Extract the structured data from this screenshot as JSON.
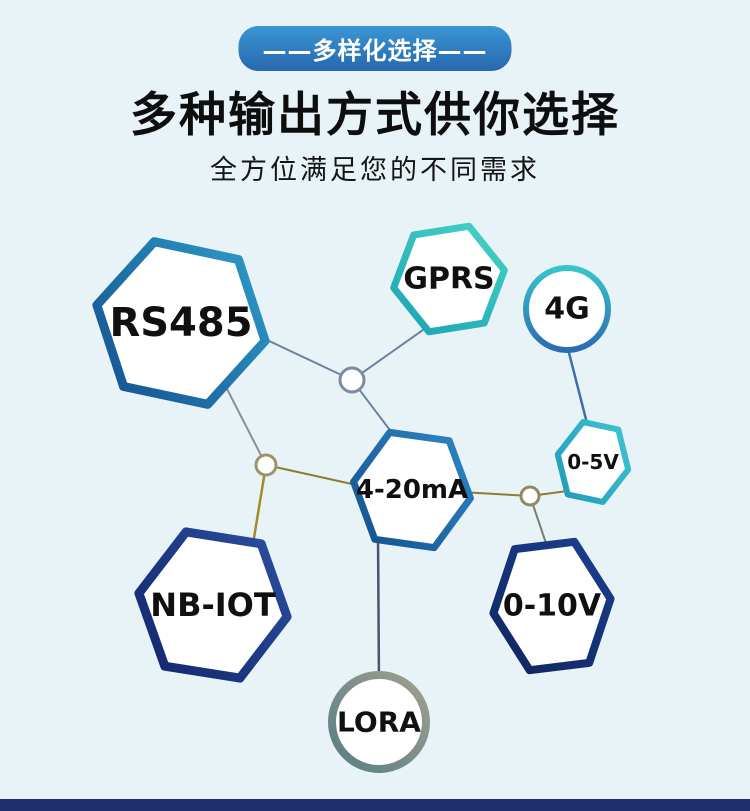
{
  "colors": {
    "page_bg": "#e8f3f8",
    "ribbon_blue_light": "#3b97d3",
    "ribbon_blue_dark": "#2767ae",
    "title_text": "#0e0e0e",
    "footer_bar": "#1d2f6d"
  },
  "header": {
    "ribbon_label": "——多样化选择——",
    "title": "多种输出方式供你选择",
    "subtitle": "全方位满足您的不同需求"
  },
  "diagram": {
    "nodes": [
      {
        "id": "rs485",
        "label": "RS485",
        "shape": "hexagon",
        "color_light": "#2e9cc9",
        "color_dark": "#15508f"
      },
      {
        "id": "gprs",
        "label": "GPRS",
        "shape": "hexagon",
        "color_light": "#45d4c4",
        "color_dark": "#1ba4b4"
      },
      {
        "id": "4g",
        "label": "4G",
        "shape": "circle",
        "color_light": "#38c4cc",
        "color_dark": "#2a6cb4"
      },
      {
        "id": "0-5v",
        "label": "0-5V",
        "shape": "hexagon",
        "color_light": "#3fc4d4",
        "color_dark": "#1f9ab8"
      },
      {
        "id": "4-20ma",
        "label": "4-20mA",
        "shape": "hexagon",
        "color_light": "#2f86c4",
        "color_dark": "#15508f"
      },
      {
        "id": "nb-iot",
        "label": "NB-IOT",
        "shape": "hexagon",
        "color_light": "#2a4fa0",
        "color_dark": "#13266a"
      },
      {
        "id": "0-10v",
        "label": "0-10V",
        "shape": "hexagon",
        "color_light": "#1b3f8f",
        "color_dark": "#10255e"
      },
      {
        "id": "lora",
        "label": "LORA",
        "shape": "circle",
        "color_light": "#a29f8f",
        "color_dark": "#577e85"
      }
    ],
    "line_colors": {
      "slate": "#6e82a0",
      "gray": "#8a8f98",
      "olive": "#8f7d2f",
      "gold": "#a38b2a",
      "steel": "#3f6fa8",
      "dark": "#47566e",
      "grayolive": "#7d7d6a"
    },
    "connector_colors": {
      "hub1": "#7d8ca2",
      "hub2": "#9a9468",
      "hub3": "#8f8a60"
    }
  }
}
